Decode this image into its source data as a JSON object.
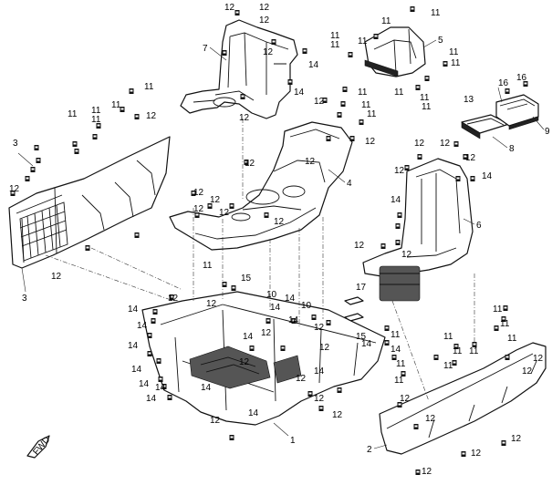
{
  "diagram": {
    "parts": [
      {
        "id": "part-1",
        "label": "1"
      },
      {
        "id": "part-2",
        "label": "2"
      },
      {
        "id": "part-3",
        "label": "3"
      },
      {
        "id": "part-4",
        "label": "4"
      },
      {
        "id": "part-5",
        "label": "5"
      },
      {
        "id": "part-6",
        "label": "6"
      },
      {
        "id": "part-7",
        "label": "7"
      },
      {
        "id": "part-8",
        "label": "8"
      },
      {
        "id": "part-9",
        "label": "9"
      },
      {
        "id": "part-10a",
        "label": "10"
      },
      {
        "id": "part-10b",
        "label": "10"
      },
      {
        "id": "part-13",
        "label": "13"
      },
      {
        "id": "part-15a",
        "label": "15"
      },
      {
        "id": "part-15b",
        "label": "15"
      },
      {
        "id": "part-16a",
        "label": "16"
      },
      {
        "id": "part-16b",
        "label": "16"
      },
      {
        "id": "part-17",
        "label": "17"
      }
    ],
    "fastener_labels": [
      "11",
      "12",
      "14"
    ],
    "front_arrow": "FWD"
  }
}
